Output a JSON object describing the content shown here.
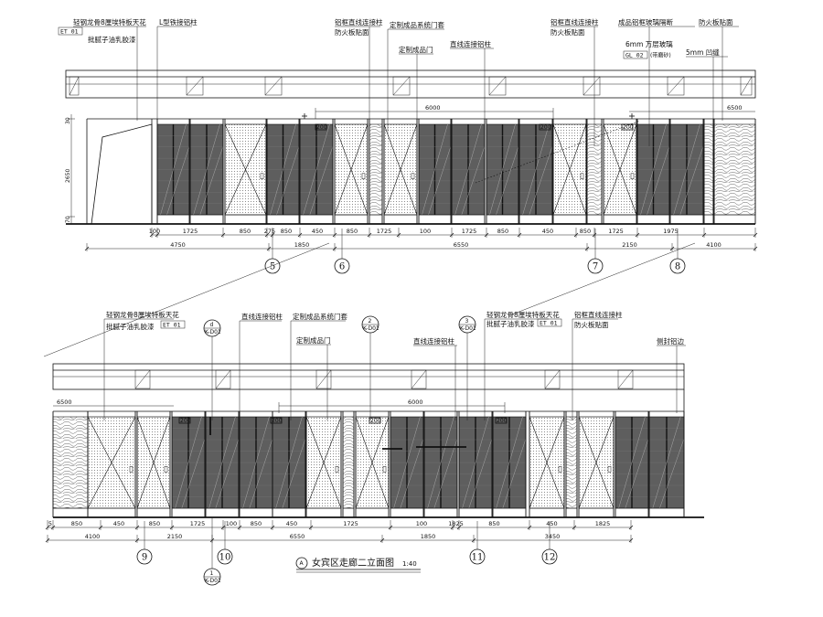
{
  "colors": {
    "line": "#111111",
    "glass": "#5e5e5e",
    "background": "#ffffff"
  },
  "elevation1": {
    "labels": {
      "ceiling_a": "轻钢龙骨8厘埃特板天花",
      "ceiling_b": "批腻子油乳胶漆",
      "ceiling_tag": "ET 01",
      "post_custom": "L型铁接铝柱",
      "post_joint_a": "铝框直线连接柱",
      "post_joint_b": "防火板贴面",
      "door_system": "定制成品系统门套",
      "door_custom": "定制成品门",
      "post_straight": "直线连接铝柱",
      "post_joint2_a": "铝框直线连接柱",
      "post_joint2_b": "防火板贴面",
      "glass_partition": "成品铝框玻璃隔断",
      "glass_spec": "6mm 万层玻璃",
      "glass_tag": "GL 02",
      "glass_note": "(带磨砂)",
      "fireboard": "防火板贴面",
      "border_5mm": "5mm 凹缝"
    },
    "height_dims": [
      "30",
      "2650",
      "70"
    ],
    "top_dims": [
      "6000",
      "6500"
    ],
    "door_dims": [
      "200",
      "200",
      "200"
    ],
    "bottom_dims": [
      "100",
      "1725",
      "850",
      "275",
      "850",
      "450",
      "850",
      "1725",
      "100",
      "1725",
      "850",
      "450",
      "850",
      "1725",
      "1975"
    ],
    "overall_dims": [
      "4750",
      "1850",
      "6550",
      "2150",
      "4100"
    ],
    "axes": [
      "5",
      "6",
      "7",
      "8"
    ]
  },
  "elevation2": {
    "labels": {
      "ceiling_a": "轻钢龙骨8厘埃特板天花",
      "ceiling_b": "批腻子油乳胶漆",
      "ceiling_tag": "ET 01",
      "post_straight": "直线连接铝柱",
      "door_system": "定制成品系统门套",
      "door_custom": "定制成品门",
      "post_straight2": "直线连接铝柱",
      "ceiling2_a": "轻钢龙骨8厘埃特板天花",
      "ceiling2_b": "批腻子油乳胶漆",
      "ceiling2_tag": "ET 01",
      "post_joint_a": "铝框直线连接柱",
      "post_joint_b": "防火板贴面",
      "edge_trim": "侧封铝边"
    },
    "callouts": [
      {
        "num": "d",
        "ref": "K-D01"
      },
      {
        "num": "2",
        "ref": "K-D01"
      },
      {
        "num": "3",
        "ref": "K-D01"
      },
      {
        "num": "1",
        "ref": "K-D01"
      }
    ],
    "top_dims": [
      "6500",
      "6000"
    ],
    "door_dims": [
      "200",
      "200",
      "200",
      "200"
    ],
    "bottom_dims": [
      "5",
      "850",
      "450",
      "850",
      "1725",
      "100",
      "850",
      "450",
      "1725",
      "100",
      "1825",
      "850",
      "450",
      "1825"
    ],
    "overall_dims": [
      "4100",
      "2150",
      "6550",
      "1850",
      "3450"
    ],
    "axes": [
      "9",
      "10",
      "11",
      "12"
    ],
    "title": "女宾区走廊二立面图",
    "title_tag": "A",
    "scale": "1:40"
  }
}
